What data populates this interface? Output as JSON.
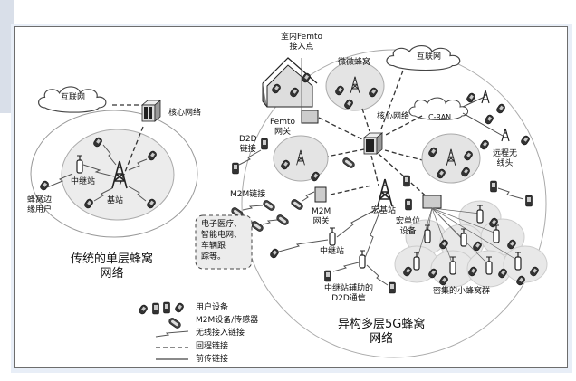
{
  "left_network": {
    "internet": "互联网",
    "core": "核心网络",
    "relay": "中继站",
    "base_station": "基站",
    "edge_user": [
      "蜂窝边",
      "缘用户"
    ],
    "title": [
      "传统的单层蜂窝",
      "网络"
    ]
  },
  "right_network": {
    "femto_ap": [
      "室内Femto",
      "接入点"
    ],
    "micro_cell": "微微蜂窝",
    "internet": "互联网",
    "femto_gw": [
      "Femto",
      "网关"
    ],
    "core": "核心网络",
    "cran": "C-RAN",
    "rrh": [
      "远程无",
      "线头"
    ],
    "d2d": [
      "D2D",
      "链接"
    ],
    "m2m_link": "M2M链接",
    "m2m_gw": [
      "M2M",
      "网关"
    ],
    "macro_bs": "宏基站",
    "macro_unit": [
      "宏单位",
      "设备"
    ],
    "relay": "中继站",
    "relay_d2d": [
      "中继站辅助的",
      "D2D通信"
    ],
    "small_cells": "密集的小蜂窝群",
    "apps": [
      "电子医疗、",
      "智能电网、",
      "车辆跟",
      "踪等。"
    ],
    "title": [
      "异构多层5G蜂窝",
      "网络"
    ]
  },
  "legend": [
    {
      "icon": "user-devices-icon",
      "label": "用户设备"
    },
    {
      "icon": "m2m-sensor-icon",
      "label": "M2M设备/传感器"
    },
    {
      "icon": "wireless-link-icon",
      "label": "无线接入链接"
    },
    {
      "icon": "backhaul-dashed-icon",
      "label": "回程链接"
    },
    {
      "icon": "fronthaul-solid-icon",
      "label": "前传链接"
    }
  ]
}
